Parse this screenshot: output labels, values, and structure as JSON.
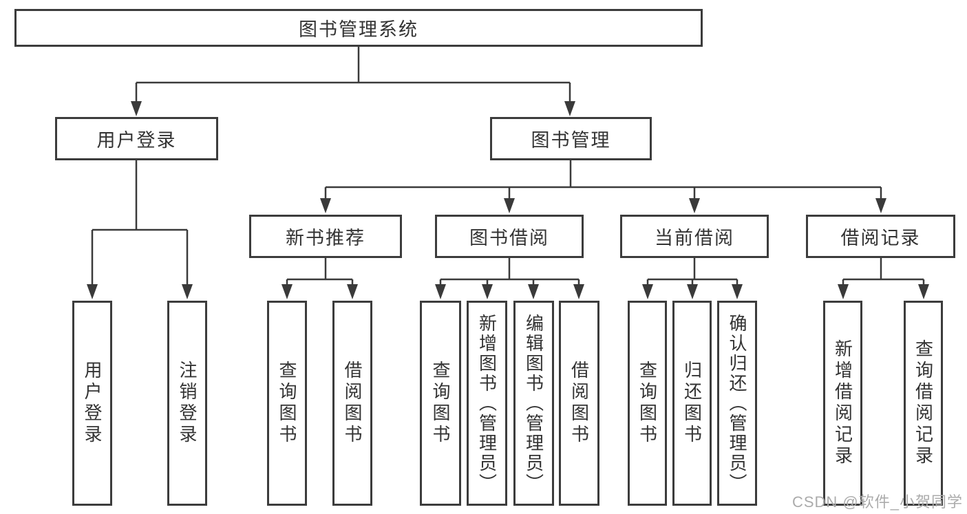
{
  "diagram": {
    "title": "图书管理系统",
    "branches": [
      {
        "label": "用户登录",
        "children": [
          {
            "label": "用户登录"
          },
          {
            "label": "注销登录"
          }
        ]
      },
      {
        "label": "图书管理",
        "children": [
          {
            "label": "新书推荐",
            "children": [
              {
                "label": "查询图书"
              },
              {
                "label": "借阅图书"
              }
            ]
          },
          {
            "label": "图书借阅",
            "children": [
              {
                "label": "查询图书"
              },
              {
                "label": "新增图书（管理员）"
              },
              {
                "label": "编辑图书（管理员）"
              },
              {
                "label": "借阅图书"
              }
            ]
          },
          {
            "label": "当前借阅",
            "children": [
              {
                "label": "查询图书"
              },
              {
                "label": "归还图书"
              },
              {
                "label": "确认归还（管理员）"
              }
            ]
          },
          {
            "label": "借阅记录",
            "children": [
              {
                "label": "新增借阅记录"
              },
              {
                "label": "查询借阅记录"
              }
            ]
          }
        ]
      }
    ]
  },
  "watermark": {
    "text": "CSDN @软件_小贺同学"
  },
  "colors": {
    "line": "#3a3a3a",
    "box_border": "#3c3c3c",
    "text": "#333333",
    "watermark": "#ababab",
    "background": "#ffffff"
  }
}
